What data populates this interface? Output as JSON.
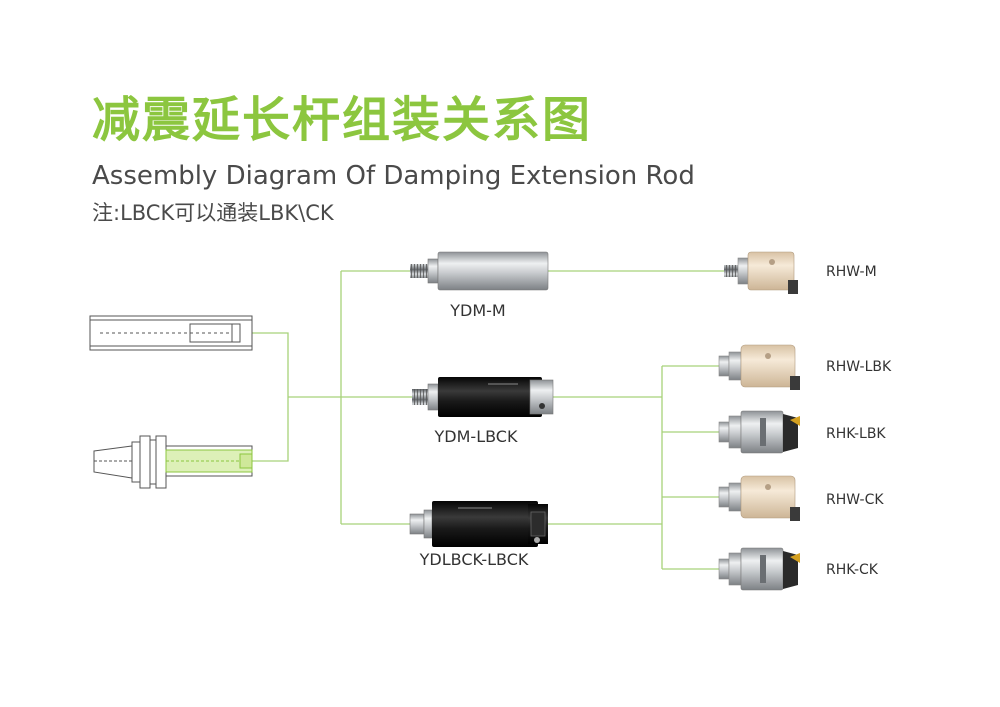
{
  "title_cn": "减震延长杆组装关系图",
  "title_en": "Assembly Diagram Of Damping Extension Rod",
  "note": "注:LBCK可以通装LBK\\CK",
  "rods": [
    {
      "label": "YDM-M"
    },
    {
      "label": "YDM-LBCK"
    },
    {
      "label": "YDLBCK-LBCK"
    }
  ],
  "heads": [
    {
      "label": "RHW-M"
    },
    {
      "label": "RHW-LBK"
    },
    {
      "label": "RHK-LBK"
    },
    {
      "label": "RHW-CK"
    },
    {
      "label": "RHK-CK"
    }
  ],
  "colors": {
    "accent": "#8cc63f",
    "connector": "#a8d27a",
    "text": "#4a4a4a",
    "rod_black": "#1e1e1e",
    "rod_silver": "#bfc3c6",
    "head_beige": "#efe0cc"
  }
}
